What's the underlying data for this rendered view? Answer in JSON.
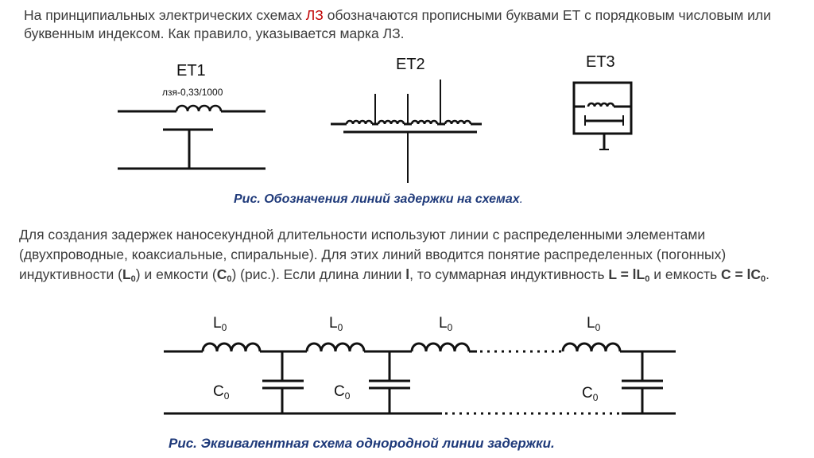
{
  "paragraph1": {
    "part1": "На принципиальных электрических схемах ",
    "highlight": "ЛЗ",
    "part2": " обозначаются прописными буквами ЕТ с порядковым числовым или буквенным индексом. Как правило, указывается марка ЛЗ."
  },
  "figure1": {
    "et1_label": "ЕТ1",
    "et1_mark": "лзя-0,33/1000",
    "et2_label": "ЕТ2",
    "et3_label": "ЕТ3",
    "caption": "Рис. Обозначения линий задержки на схемах",
    "caption_dot": "."
  },
  "paragraph2": {
    "line1": "Для создания задержек наносекундной длительности используют линии с распределенными элементами (двухпроводные, коаксиальные, спиральные). Для этих линий вводится понятие распределенных (погонных) индуктивности (",
    "L0_L": "L",
    "L0_sub": "0",
    "mid1": ") и емкости (",
    "C0_C": "C",
    "C0_sub": "0",
    "mid2": ") (рис.). Если длина линии ",
    "l": "l",
    "mid3": ", то суммарная индуктивность ",
    "eqL": "L = lL",
    "eqL_sub": "0",
    "mid4": " и емкость ",
    "eqC": "C = lC",
    "eqC_sub": "0",
    "end": "."
  },
  "figure2": {
    "inductor_labels": [
      "L0",
      "L0",
      "L0",
      "L0"
    ],
    "capacitor_labels": [
      "C0",
      "C0",
      "C0"
    ],
    "caption": "Рис. Эквивалентная схема однородной линии задержки."
  }
}
